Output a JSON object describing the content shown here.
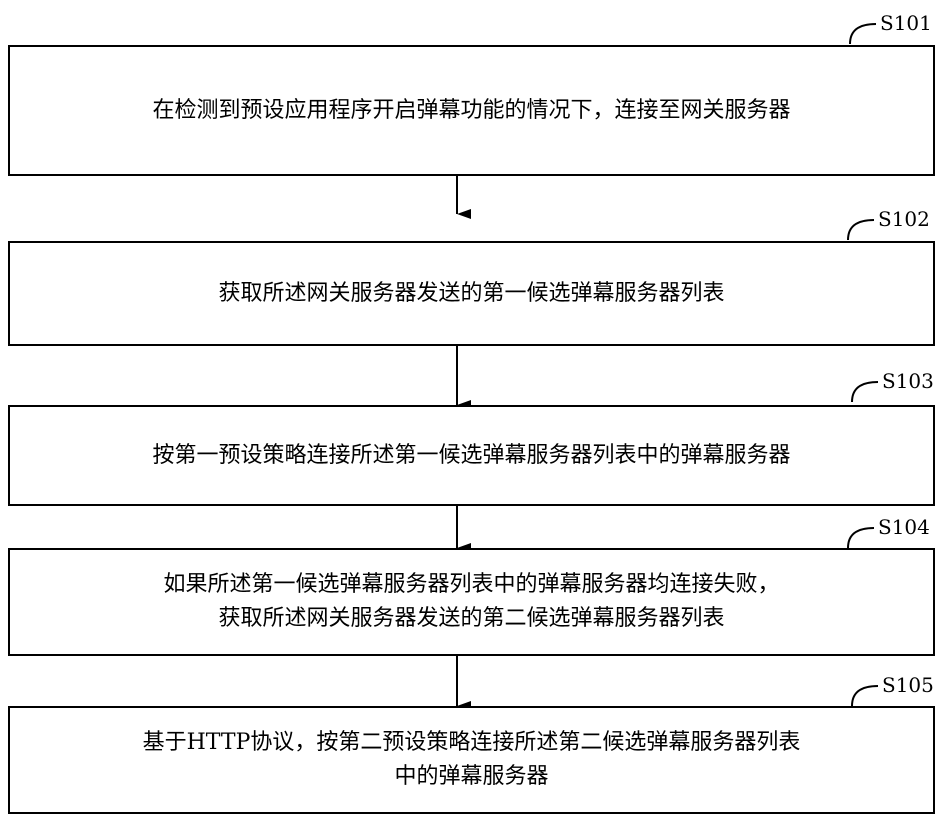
{
  "steps": [
    {
      "label": "S101",
      "lines": [
        "在检测到预设应用程序开启弹幕功能的情况下，连接至网关服务器"
      ]
    },
    {
      "label": "S102",
      "lines": [
        "获取所述网关服务器发送的第一候选弹幕服务器列表"
      ]
    },
    {
      "label": "S103",
      "lines": [
        "按第一预设策略连接所述第一候选弹幕服务器列表中的弹幕服务器"
      ]
    },
    {
      "label": "S104",
      "lines": [
        "如果所述第一候选弹幕服务器列表中的弹幕服务器均连接失败，",
        "获取所述网关服务器发送的第二候选弹幕服务器列表"
      ]
    },
    {
      "label": "S105",
      "lines": [
        "基于HTTP协议，按第二预设策略连接所述第二候选弹幕服务器列表",
        "中的弹幕服务器"
      ]
    }
  ]
}
